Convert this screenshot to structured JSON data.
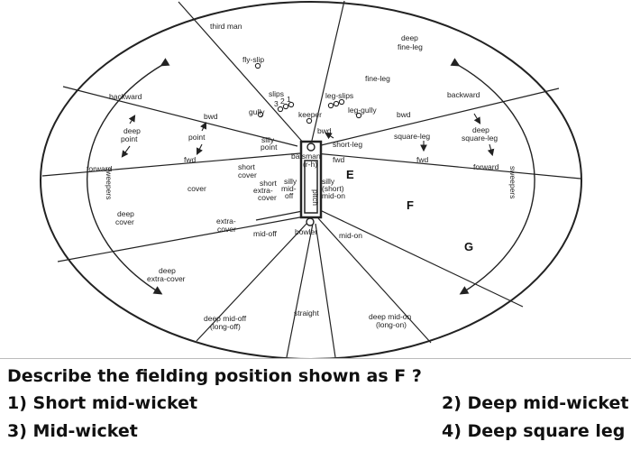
{
  "diagram": {
    "fielding_positions": [
      "third man",
      "deep",
      "fine-leg",
      "fly-slip",
      "fine-leg",
      "slips",
      "3",
      "2",
      "1",
      "leg-slips",
      "gully",
      "leg-gully",
      "keeper",
      "backward",
      "backward",
      "deep",
      "point",
      "deep",
      "square-leg",
      "bwd",
      "bwd",
      "bwd",
      "point",
      "silly",
      "point",
      "square-leg",
      "short-leg",
      "fwd",
      "fwd",
      "fwd",
      "forward",
      "forward",
      "short",
      "cover",
      "batsman",
      "(r-h)",
      "cover",
      "short",
      "extra-",
      "cover",
      "silly",
      "mid-",
      "off",
      "silly",
      "(short)",
      "mid-on",
      "pitch",
      "deep",
      "cover",
      "extra-",
      "cover",
      "mid-off",
      "bowler",
      "mid-on",
      "deep",
      "extra-cover",
      "straight",
      "deep mid-off",
      "(long-off)",
      "deep mid-on",
      "(long-on)",
      "sweepers",
      "sweepers"
    ],
    "markers": [
      "E",
      "F",
      "G"
    ]
  },
  "question": {
    "text": "Describe the fielding position shown as F ?",
    "options": [
      {
        "label": "1) Short mid-wicket"
      },
      {
        "label": "2) Deep mid-wicket"
      },
      {
        "label": "3) Mid-wicket"
      },
      {
        "label": "4) Deep square leg"
      }
    ]
  }
}
